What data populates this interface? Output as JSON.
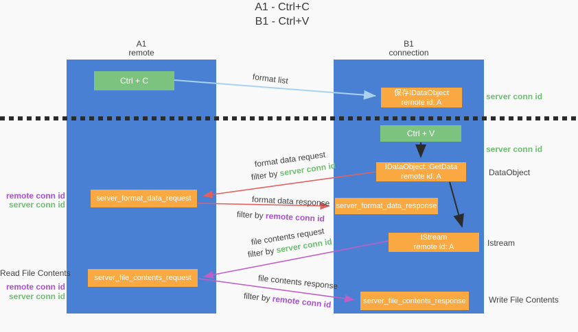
{
  "title": {
    "line1": "A1 - Ctrl+C",
    "line2": "B1 - Ctrl+V"
  },
  "columns": {
    "a1": {
      "name": "A1",
      "role": "remote"
    },
    "b1": {
      "name": "B1",
      "role": "connection"
    }
  },
  "nodes": {
    "ctrl_c": {
      "label": "Ctrl + C"
    },
    "save_idataobject": {
      "line1": "保存IDataObject",
      "line2": "remote id: A"
    },
    "ctrl_v": {
      "label": "Ctrl + V"
    },
    "getdata": {
      "line1": "IDataObject::GetData",
      "line2": "remote id: A"
    },
    "format_request": {
      "label": "server_format_data_request"
    },
    "format_response": {
      "label": "server_format_data_response"
    },
    "istream": {
      "line1": "IStream",
      "line2": "remote id: A"
    },
    "file_request": {
      "label": "server_file_contents_request"
    },
    "file_response": {
      "label": "server_file_contents_response"
    }
  },
  "arrow_labels": {
    "format_list": "format list",
    "format_data_request": "format data request",
    "format_data_response": "format data response",
    "file_contents_request": "file contents request",
    "file_contents_response": "file contents response",
    "filter_by": "filter by ",
    "server_conn_id": "server conn id",
    "remote_conn_id": "remote conn id"
  },
  "side_labels": {
    "right_server_conn_id_1": "server conn id",
    "right_server_conn_id_2": "server conn id",
    "dataobject": "DataObject",
    "istream": "Istream",
    "write_file_contents": "Write File Contents",
    "left_remote_conn_id_1": "remote conn id",
    "left_server_conn_id_1": "server conn id",
    "read_file_contents": "Read File Contents",
    "left_remote_conn_id_2": "remote conn id",
    "left_server_conn_id_2": "server conn id"
  },
  "colors": {
    "background": "#f9f9f9",
    "column_blue": "#4a80d4",
    "node_green": "#7bc37e",
    "node_orange": "#f9a842",
    "arrow_lightblue": "#a8d2ee",
    "arrow_red": "#e2615f",
    "arrow_purple": "#c05fc5",
    "arrow_black": "#2b2b2b",
    "text_green": "#6dbf70",
    "text_purple": "#a94fd1",
    "text_gray": "#3f3f3f"
  }
}
